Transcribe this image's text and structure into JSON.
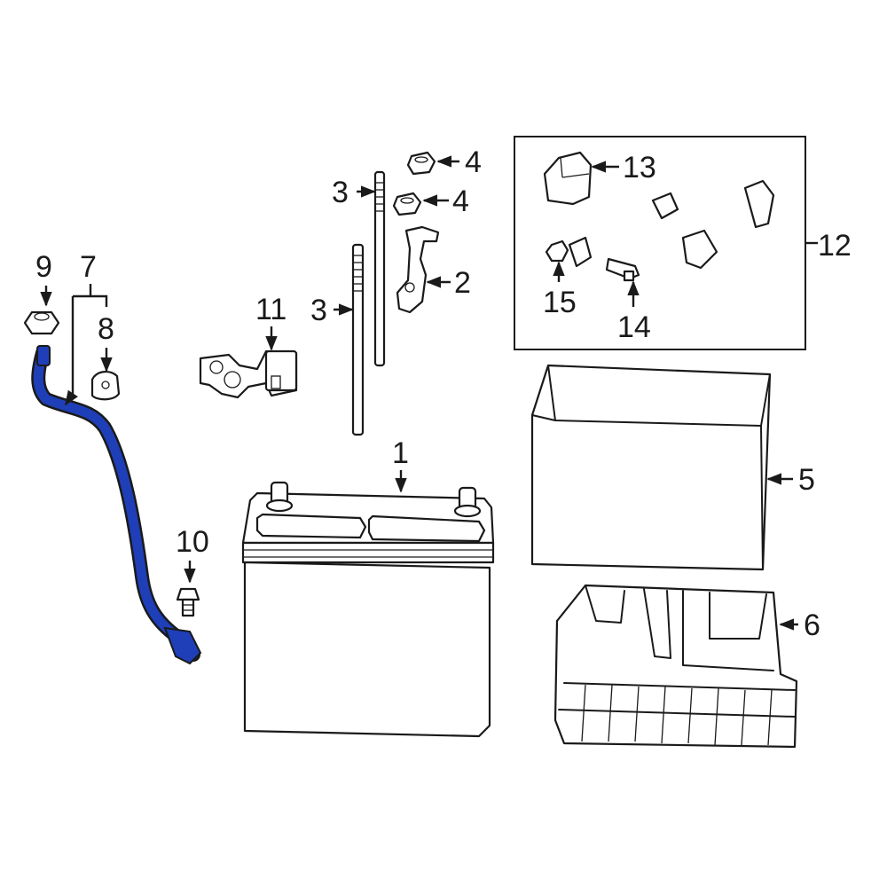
{
  "callouts": {
    "c1": "1",
    "c2": "2",
    "c3a": "3",
    "c3b": "3",
    "c4a": "4",
    "c4b": "4",
    "c5": "5",
    "c6": "6",
    "c7": "7",
    "c8": "8",
    "c9": "9",
    "c10": "10",
    "c11": "11",
    "c12": "12",
    "c13": "13",
    "c14": "14",
    "c15": "15"
  },
  "colors": {
    "highlight_cable": "#1f3fb8",
    "ink": "#1a1a1a"
  }
}
